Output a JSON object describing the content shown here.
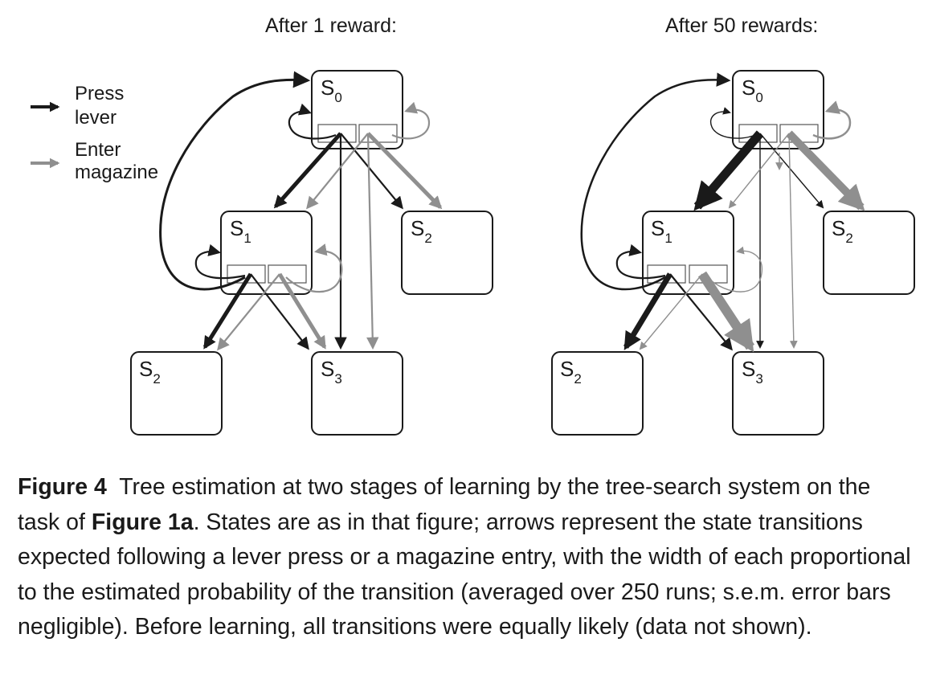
{
  "panels": [
    {
      "title": "After 1 reward:",
      "states": [
        {
          "label": "S",
          "sub": "0"
        },
        {
          "label": "S",
          "sub": "1"
        },
        {
          "label": "S",
          "sub": "2"
        },
        {
          "label": "S",
          "sub": "2"
        },
        {
          "label": "S",
          "sub": "3"
        }
      ]
    },
    {
      "title": "After 50 rewards:",
      "states": [
        {
          "label": "S",
          "sub": "0"
        },
        {
          "label": "S",
          "sub": "1"
        },
        {
          "label": "S",
          "sub": "2"
        },
        {
          "label": "S",
          "sub": "2"
        },
        {
          "label": "S",
          "sub": "3"
        }
      ]
    }
  ],
  "legend": {
    "press": {
      "line1": "Press",
      "line2": "lever",
      "color": "#1a1a1a"
    },
    "enter": {
      "line1": "Enter",
      "line2": "magazine",
      "color": "#8f8f8f"
    }
  },
  "caption": {
    "label": "Figure 4",
    "text1": "Tree estimation at two stages of learning by the tree-search system on the task of ",
    "ref": "Figure 1a",
    "text2": ". States are as in that figure; arrows represent the state transitions expected following a lever press or a magazine entry, with the width of each proportional to the estimated probability of the transition (averaged over 250 runs; s.e.m. error bars negligible). Before learning, all transitions were equally likely (data not shown)."
  }
}
